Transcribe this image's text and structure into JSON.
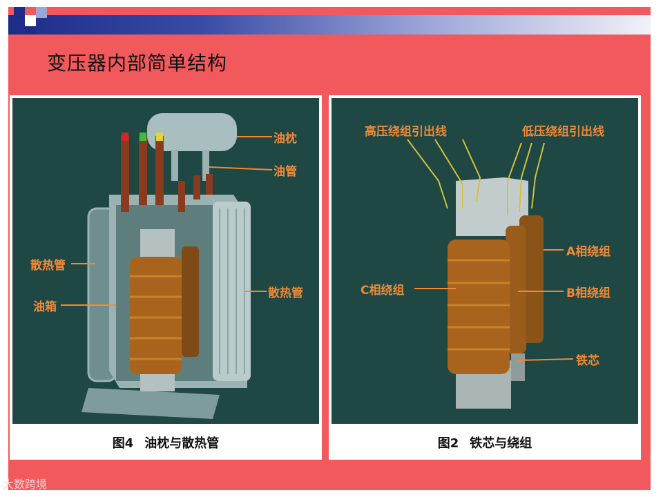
{
  "slide": {
    "title": "变压器内部简单结构",
    "colors": {
      "background": "#f2595c",
      "scene": "#1f4743",
      "label": "#f08a36"
    }
  },
  "figure4": {
    "caption_num": "图4",
    "caption_text": "油枕与散热管",
    "labels": {
      "oil_conservator": "油枕",
      "oil_pipe": "油管",
      "radiator_left": "散热管",
      "oil_tank": "油箱",
      "radiator_right": "散热管"
    }
  },
  "figure2": {
    "caption_num": "图2",
    "caption_text": "铁芯与绕组",
    "labels": {
      "hv_leads": "高压绕组引出线",
      "lv_leads": "低压绕组引出线",
      "a_winding": "A相绕组",
      "c_winding": "C相绕组",
      "b_winding": "B相绕组",
      "core": "铁芯"
    }
  },
  "watermark": "大数跨境"
}
